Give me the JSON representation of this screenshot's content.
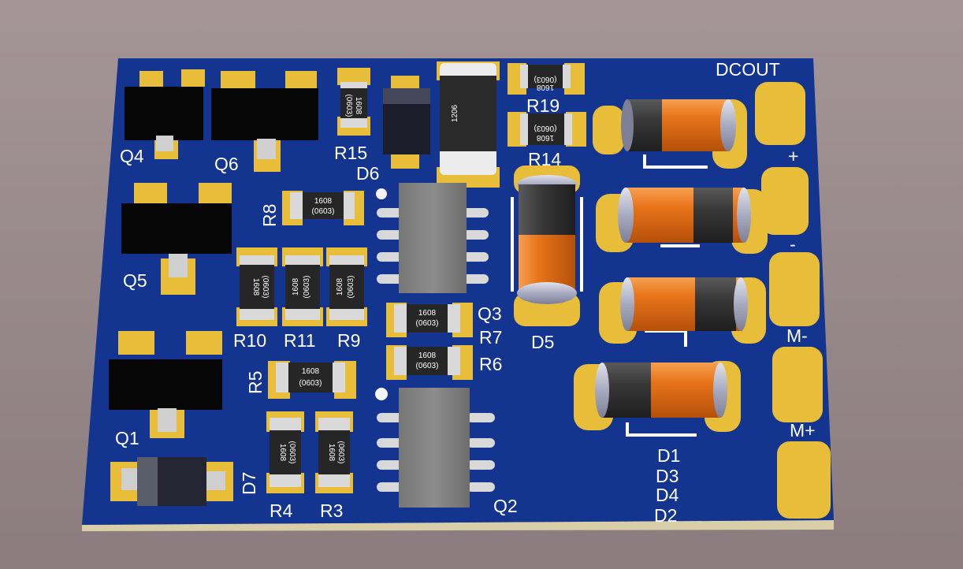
{
  "board": {
    "colors": {
      "background": "#9a8b8d",
      "soldermask": "#13358f",
      "copper_pad": "#e8bd3a",
      "silkscreen": "#ffffff",
      "diode_body": "#e8741a",
      "diode_band": "#3a3a3a"
    }
  },
  "labels": {
    "dcout": "DCOUT",
    "plus": "+",
    "minus": "-",
    "m_minus": "M-",
    "m_plus": "M+",
    "q4": "Q4",
    "q6": "Q6",
    "q5": "Q5",
    "q1": "Q1",
    "q2": "Q2",
    "q3": "Q3",
    "r15": "R15",
    "r19": "R19",
    "r14": "R14",
    "r8": "R8",
    "r10": "R10",
    "r11": "R11",
    "r9": "R9",
    "r7": "R7",
    "r6": "R6",
    "r5": "R5",
    "r4": "R4",
    "r3": "R3",
    "d6": "D6",
    "d5": "D5",
    "d7": "D7",
    "d1": "D1",
    "d3": "D3",
    "d4": "D4",
    "d2": "D2"
  },
  "chip_markings": {
    "size_metric": "1608",
    "size_imperial": "(0603)",
    "cap_1206": "1206"
  }
}
